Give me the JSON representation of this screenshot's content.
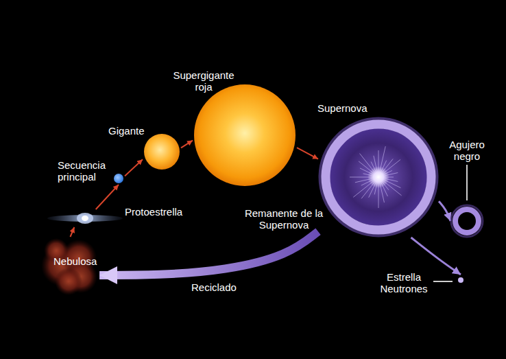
{
  "diagram": {
    "nodes": [
      {
        "text": [
          "Nebulosa"
        ]
      },
      {
        "text": [
          "Protoestrella"
        ]
      },
      {
        "text": [
          "Secuencia principal"
        ]
      },
      {
        "text": [
          "Gigante"
        ]
      },
      {
        "text": [
          "Supergigante roja"
        ]
      },
      {
        "text": [
          "Supernova"
        ]
      },
      {
        "text": [
          "Agujero negro"
        ]
      },
      {
        "text": [
          "Estrella Neutrones"
        ]
      }
    ],
    "edges": [
      {
        "from": 0,
        "to": 1,
        "arrow": "to"
      },
      {
        "from": 1,
        "to": 2,
        "arrow": "to"
      },
      {
        "from": 2,
        "to": 3,
        "arrow": "to"
      },
      {
        "from": 3,
        "to": 4,
        "arrow": "to"
      },
      {
        "from": 4,
        "to": 5,
        "arrow": "to"
      },
      {
        "from": 5,
        "to": 6,
        "arrow": "to"
      },
      {
        "from": 5,
        "to": 7,
        "arrow": "to"
      },
      {
        "from": 5,
        "to": 0,
        "label": "Reciclado",
        "arrow": "to"
      }
    ],
    "labels": [
      "Remanente de la Supernova"
    ]
  }
}
